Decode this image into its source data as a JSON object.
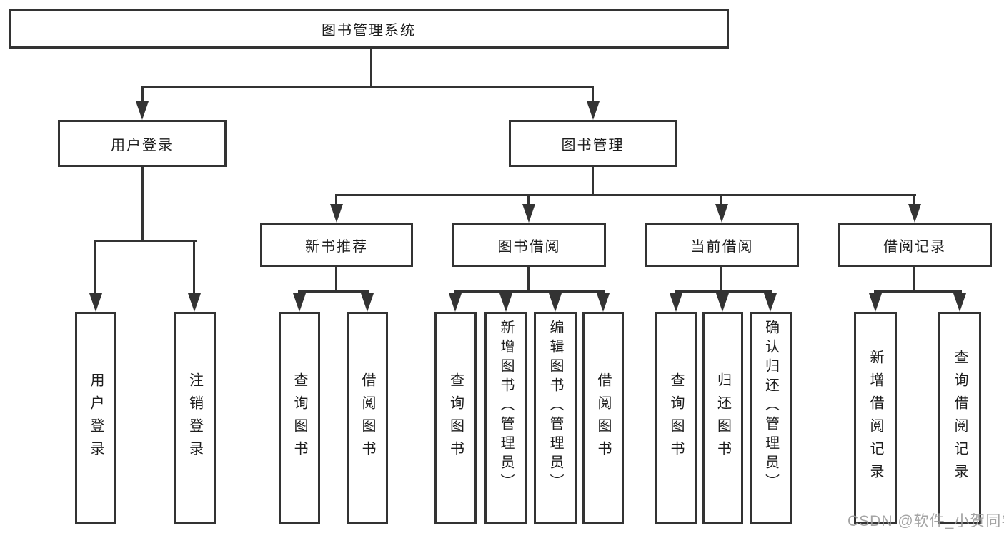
{
  "root": {
    "label": "图书管理系统",
    "children": [
      {
        "label": "用户登录",
        "children": [
          {
            "label": "用户登录"
          },
          {
            "label": "注销登录"
          }
        ]
      },
      {
        "label": "图书管理",
        "children": [
          {
            "label": "新书推荐",
            "children": [
              {
                "label": "查询图书"
              },
              {
                "label": "借阅图书"
              }
            ]
          },
          {
            "label": "图书借阅",
            "children": [
              {
                "label": "查询图书"
              },
              {
                "label": "新增图书（管理员）"
              },
              {
                "label": "编辑图书（管理员）"
              },
              {
                "label": "借阅图书"
              }
            ]
          },
          {
            "label": "当前借阅",
            "children": [
              {
                "label": "查询图书"
              },
              {
                "label": "归还图书"
              },
              {
                "label": "确认归还（管理员）"
              }
            ]
          },
          {
            "label": "借阅记录",
            "children": [
              {
                "label": "新增借阅记录"
              },
              {
                "label": "查询借阅记录"
              }
            ]
          }
        ]
      }
    ]
  },
  "watermark": "CSDN @软件_小贺同学",
  "colors": {
    "line": "#333333",
    "text": "#1d1d1d",
    "watermark": "#9b9b9b",
    "background": "#ffffff"
  }
}
